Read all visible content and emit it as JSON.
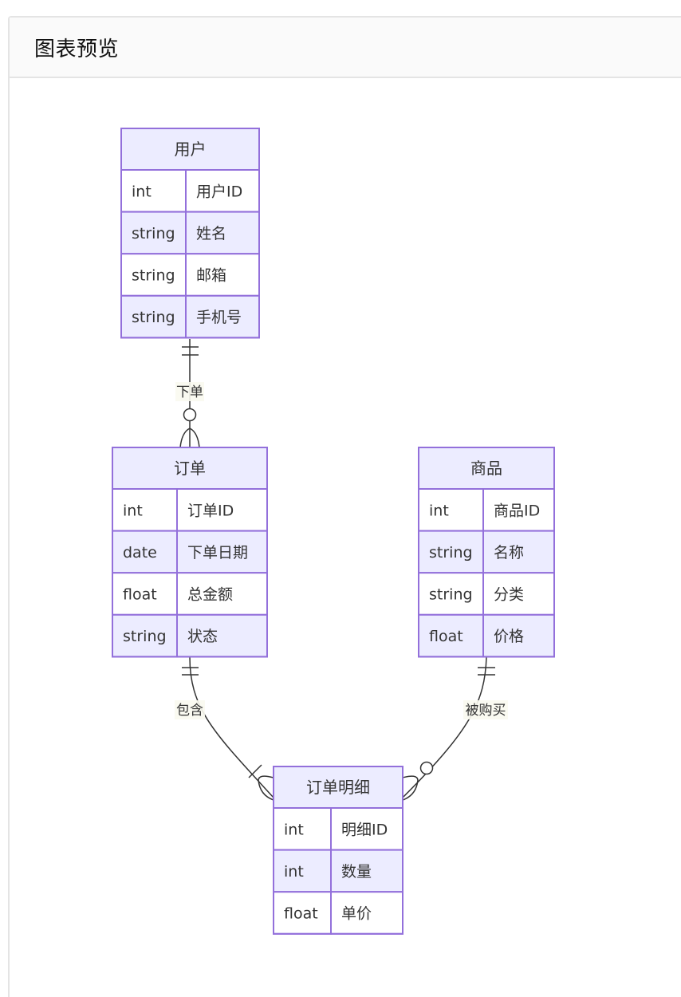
{
  "panel": {
    "title": "图表预览"
  },
  "colors": {
    "entity_border": "#9370DB",
    "entity_header_fill": "#ECECFF",
    "row_odd_fill": "#ffffff",
    "row_even_fill": "#ECECFF",
    "line": "#333333",
    "label_bg": "#fafaf0"
  },
  "entities": [
    {
      "id": "user",
      "name": "用户",
      "attributes": [
        {
          "type": "int",
          "name": "用户ID"
        },
        {
          "type": "string",
          "name": "姓名"
        },
        {
          "type": "string",
          "name": "邮箱"
        },
        {
          "type": "string",
          "name": "手机号"
        }
      ]
    },
    {
      "id": "order",
      "name": "订单",
      "attributes": [
        {
          "type": "int",
          "name": "订单ID"
        },
        {
          "type": "date",
          "name": "下单日期"
        },
        {
          "type": "float",
          "name": "总金额"
        },
        {
          "type": "string",
          "name": "状态"
        }
      ]
    },
    {
      "id": "product",
      "name": "商品",
      "attributes": [
        {
          "type": "int",
          "name": "商品ID"
        },
        {
          "type": "string",
          "name": "名称"
        },
        {
          "type": "string",
          "name": "分类"
        },
        {
          "type": "float",
          "name": "价格"
        }
      ]
    },
    {
      "id": "order_item",
      "name": "订单明细",
      "attributes": [
        {
          "type": "int",
          "name": "明细ID"
        },
        {
          "type": "int",
          "name": "数量"
        },
        {
          "type": "float",
          "name": "单价"
        }
      ]
    }
  ],
  "relationships": [
    {
      "from": "user",
      "to": "order",
      "label": "下单",
      "from_cardinality": "exactly-one",
      "to_cardinality": "zero-or-more"
    },
    {
      "from": "order",
      "to": "order_item",
      "label": "包含",
      "from_cardinality": "exactly-one",
      "to_cardinality": "one-or-more"
    },
    {
      "from": "product",
      "to": "order_item",
      "label": "被购买",
      "from_cardinality": "exactly-one",
      "to_cardinality": "zero-or-more"
    }
  ]
}
